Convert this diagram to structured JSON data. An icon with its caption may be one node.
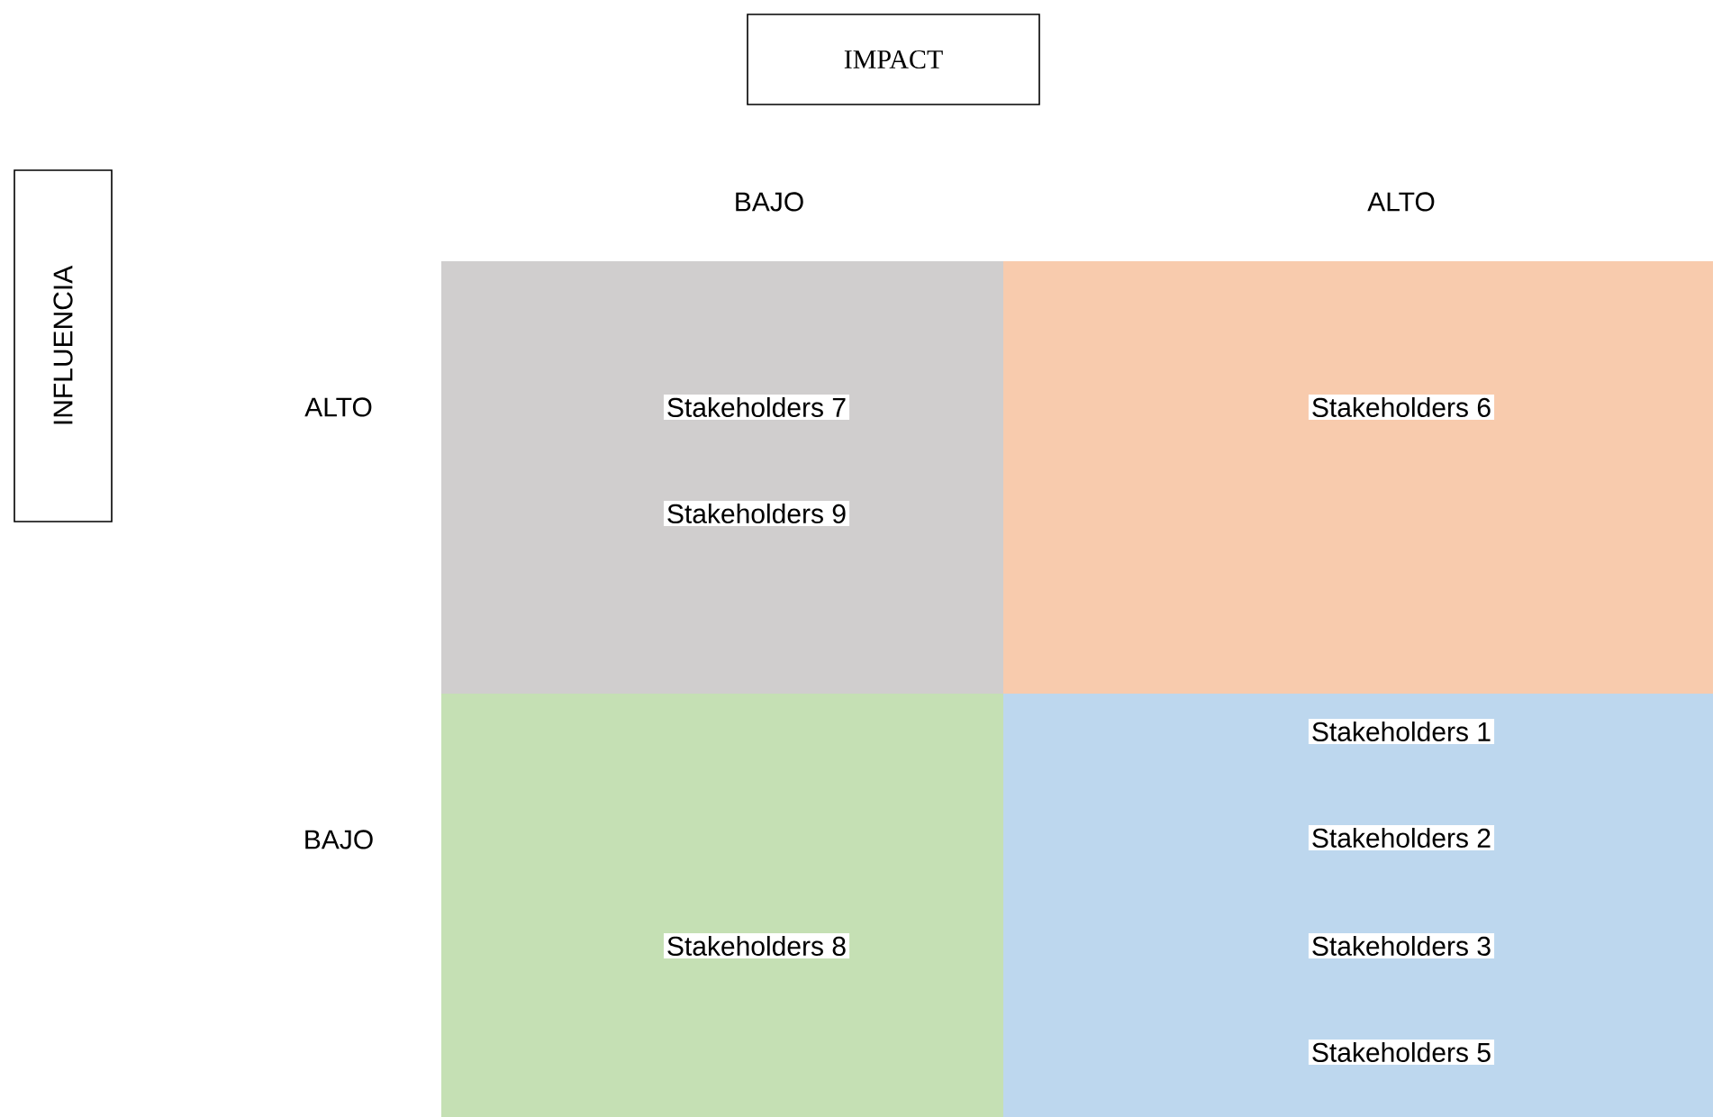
{
  "diagram": {
    "nodes": [
      {
        "text": [
          "IMPACT"
        ]
      },
      {
        "text": [
          "INFLUENCIA"
        ]
      },
      {
        "text": [],
        "shape": "box"
      },
      {
        "text": [
          "Stakeholders 7"
        ],
        "in": 2
      },
      {
        "text": [
          "Stakeholders 9"
        ],
        "in": 2
      },
      {
        "text": [],
        "shape": "box"
      },
      {
        "text": [
          "Stakeholders 6"
        ],
        "in": 5
      },
      {
        "text": [],
        "shape": "box"
      },
      {
        "text": [
          "Stakeholders 8"
        ],
        "in": 7
      },
      {
        "text": [],
        "shape": "box"
      },
      {
        "text": [
          "Stakeholders 1"
        ],
        "in": 9
      },
      {
        "text": [
          "Stakeholders 2"
        ],
        "in": 9
      },
      {
        "text": [
          "Stakeholders 3"
        ],
        "in": 9
      },
      {
        "text": [
          "Stakeholders 5"
        ],
        "in": 9
      }
    ],
    "labels": [
      "BAJO",
      "ALTO",
      "ALTO",
      "BAJO"
    ]
  }
}
